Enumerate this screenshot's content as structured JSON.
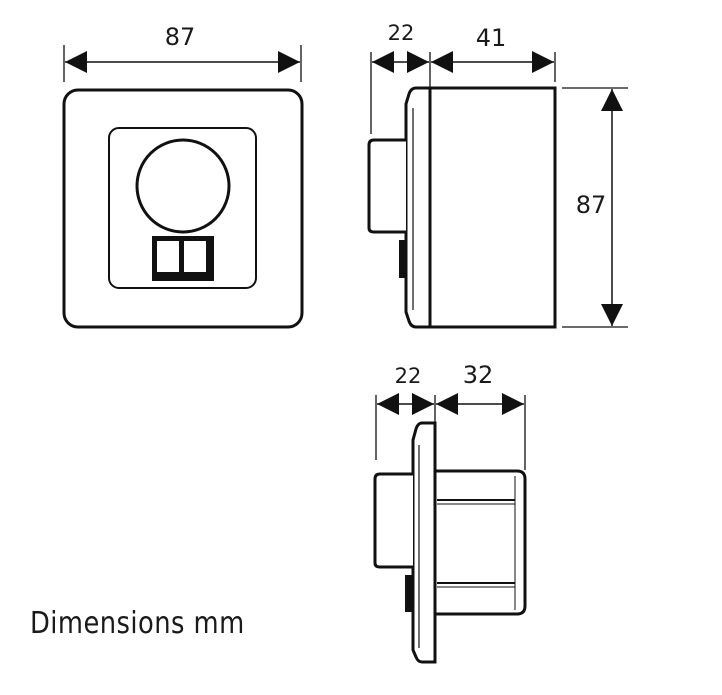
{
  "drawing": {
    "caption": "Dimensions mm",
    "line_color": "#111111",
    "front_view": {
      "width_label": "87"
    },
    "side_view_surface": {
      "depth_front_label": "22",
      "depth_body_label": "41",
      "height_label": "87"
    },
    "side_view_flush": {
      "depth_front_label": "22",
      "depth_body_label": "32"
    }
  }
}
